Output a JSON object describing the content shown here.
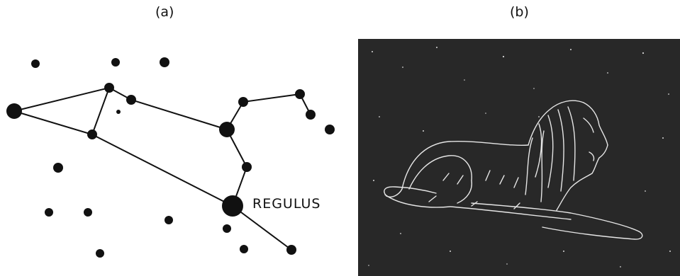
{
  "panels": {
    "a": {
      "label": "(a)"
    },
    "b": {
      "label": "(b)"
    }
  },
  "star_map": {
    "annotation": "REGULUS"
  }
}
